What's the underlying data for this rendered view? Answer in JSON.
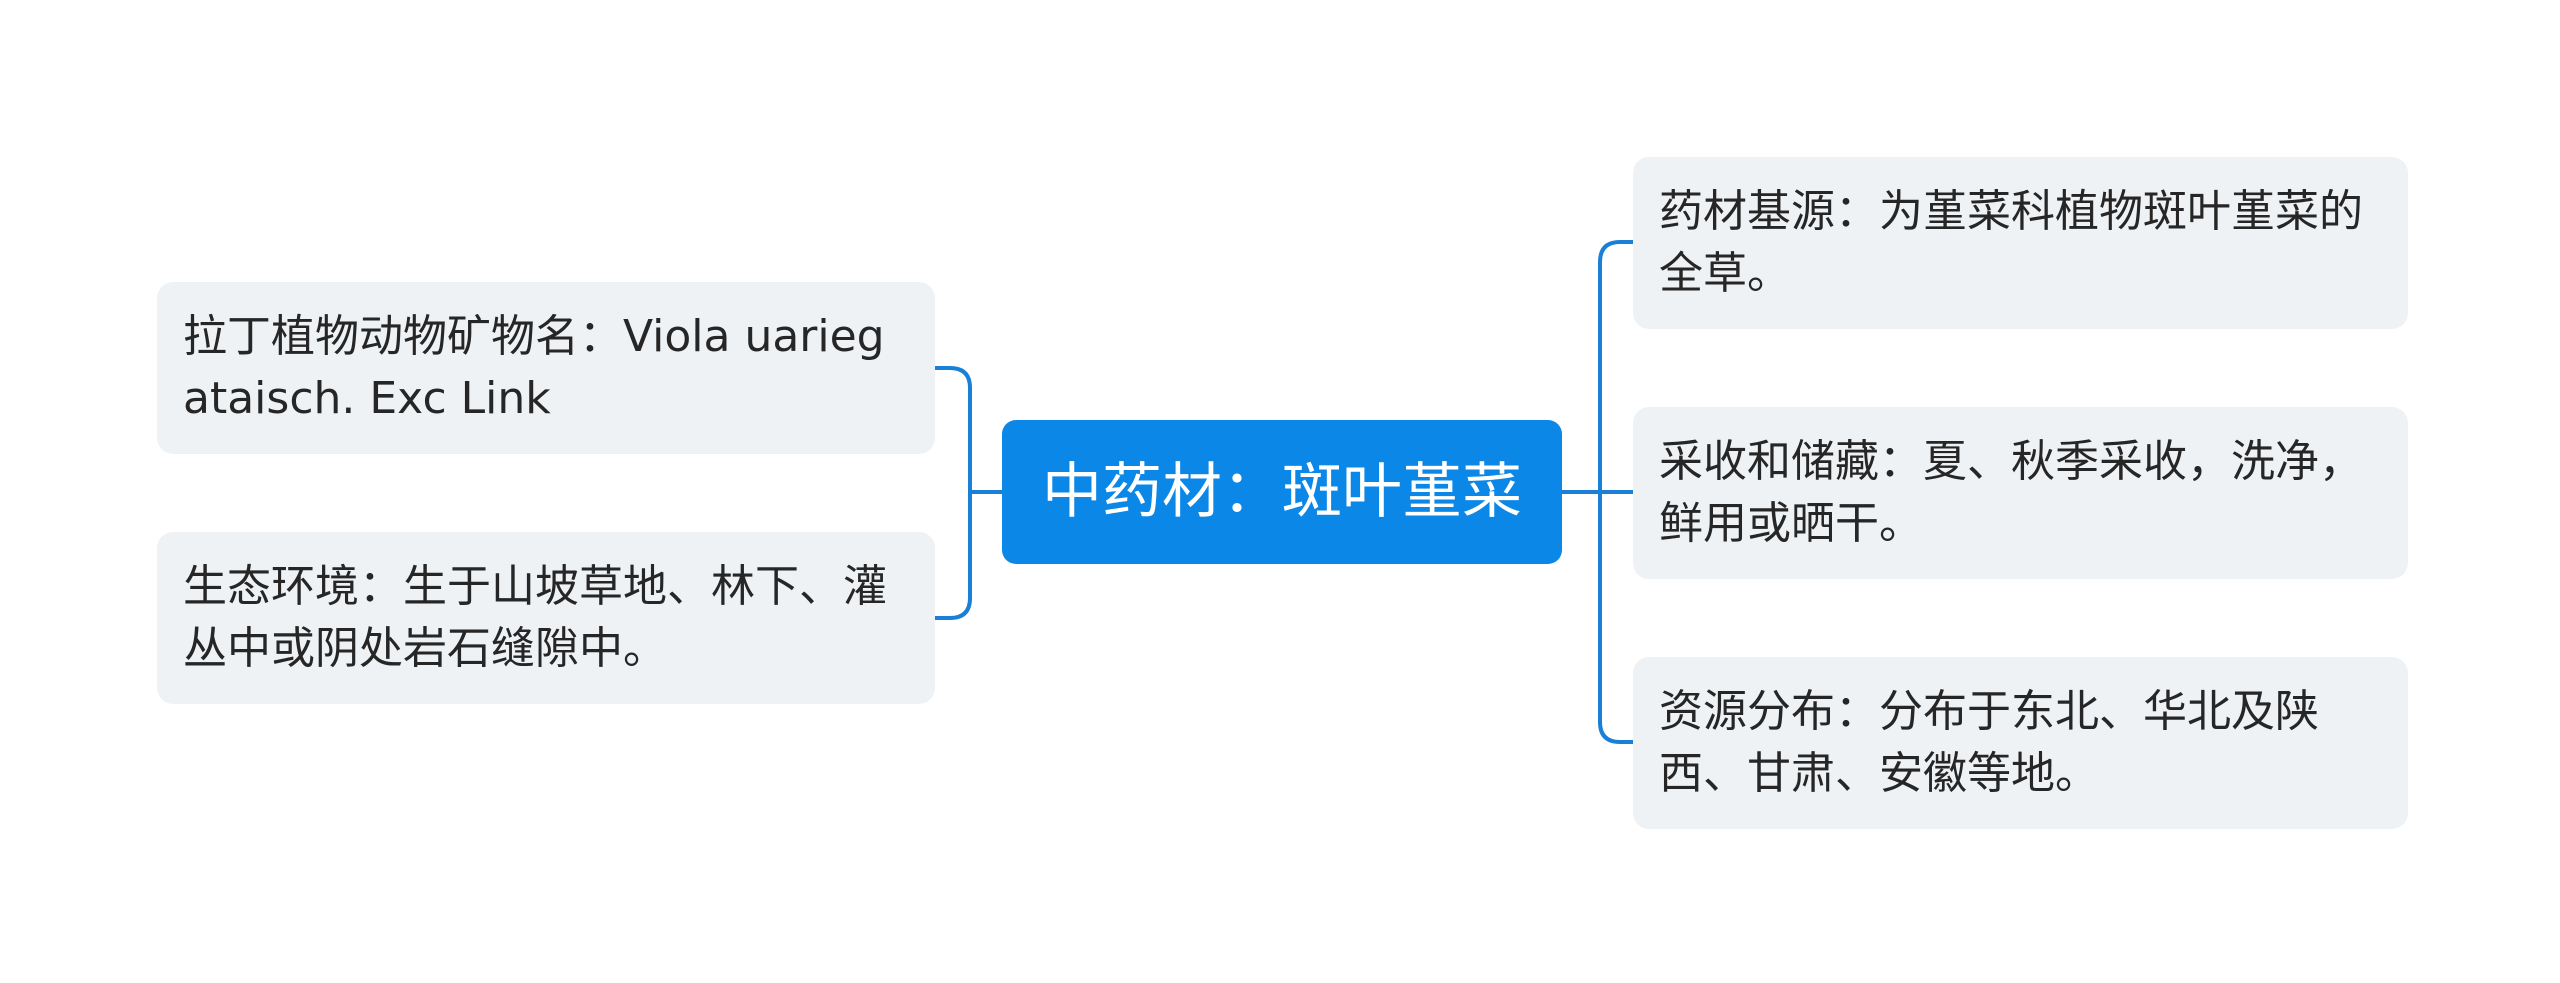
{
  "center": {
    "label": "中药材：斑叶堇菜"
  },
  "left_nodes": [
    {
      "text": "拉丁植物动物矿物名：Viola uariegataisch. Exc Link"
    },
    {
      "text": "生态环境：生于山坡草地、林下、灌丛中或阴处岩石缝隙中。"
    }
  ],
  "right_nodes": [
    {
      "text": "药材基源：为堇菜科植物斑叶堇菜的全草。"
    },
    {
      "text": "采收和储藏：夏、秋季采收，洗净，鲜用或晒干。"
    },
    {
      "text": "资源分布：分布于东北、华北及陕西、甘肃、安徽等地。"
    }
  ],
  "colors": {
    "center_fill": "#0b87e8",
    "center_text": "#ffffff",
    "node_fill": "#eff2f5",
    "node_text": "#262626",
    "connector": "#1a7fd6"
  }
}
